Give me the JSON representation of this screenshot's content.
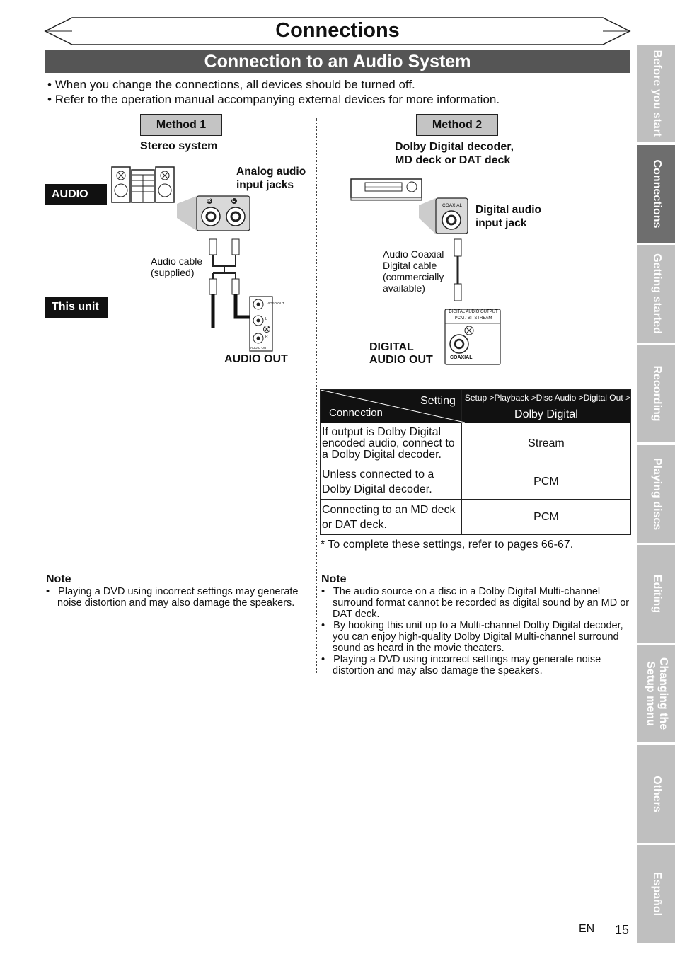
{
  "header": {
    "title": "Connections",
    "section": "Connection to an Audio System"
  },
  "bullets": [
    "When you change the connections, all devices should be turned off.",
    "Refer to the operation manual accompanying external devices for more information."
  ],
  "method1": {
    "label": "Method 1",
    "device": "Stereo system",
    "audio_label": "AUDIO",
    "jacks_label_1": "Analog audio",
    "jacks_label_2": "input jacks",
    "jack_r": "R",
    "jack_l": "L",
    "cable_1": "Audio cable",
    "cable_2": "(supplied)",
    "unit_label": "This unit",
    "video_out": "VIDEO OUT",
    "port_l": "L",
    "port_r": "R",
    "audio_out_small": "AUDIO OUT",
    "audio_out": "AUDIO OUT"
  },
  "method2": {
    "label": "Method 2",
    "device_1": "Dolby Digital decoder,",
    "device_2": "MD deck or DAT deck",
    "coaxial_small": "COAXIAL",
    "jack_label_1": "Digital audio",
    "jack_label_2": "input jack",
    "cable_1": "Audio Coaxial",
    "cable_2": "Digital cable",
    "cable_3": "(commercially",
    "cable_4": "available)",
    "port_label_1": "DIGITAL AUDIO OUTPUT",
    "port_label_2": "PCM / BITSTREAM",
    "port_coaxial": "COAXIAL",
    "digital_out_1": "DIGITAL",
    "digital_out_2": "AUDIO OUT"
  },
  "table": {
    "setting_label": "Setting",
    "connection_label": "Connection",
    "menu_path": "Setup >Playback >Disc Audio >Digital Out >",
    "column": "Dolby Digital",
    "rows": [
      {
        "c1": "If output is Dolby Digital",
        "c2": "encoded audio, connect to",
        "c3": "a Dolby Digital decoder.",
        "value": "Stream"
      },
      {
        "c1": "Unless connected to a",
        "c2": "Dolby Digital decoder.",
        "value": "PCM"
      },
      {
        "c1": "Connecting to an MD deck",
        "c2": "or DAT deck.",
        "value": "PCM"
      }
    ],
    "footnote": "* To complete these settings, refer to pages 66-67."
  },
  "note_left": {
    "title": "Note",
    "items": [
      "Playing a DVD using incorrect settings may generate noise distortion and may also damage the speakers."
    ]
  },
  "note_right": {
    "title": "Note",
    "items": [
      "The audio source on a disc in a Dolby Digital Multi-channel surround format cannot be recorded as digital sound by an MD or DAT deck.",
      "By hooking this unit up to a Multi-channel Dolby Digital decoder, you can enjoy high-quality Dolby Digital Multi-channel surround sound as heard in the movie theaters.",
      "Playing a DVD using incorrect settings may generate noise distortion and may also damage the speakers."
    ]
  },
  "tabs": [
    {
      "line1": "Before you start",
      "line2": ""
    },
    {
      "line1": "Connections",
      "line2": ""
    },
    {
      "line1": "Getting started",
      "line2": ""
    },
    {
      "line1": "Recording",
      "line2": ""
    },
    {
      "line1": "Playing discs",
      "line2": ""
    },
    {
      "line1": "Editing",
      "line2": ""
    },
    {
      "line1": "Changing the",
      "line2": "Setup menu"
    },
    {
      "line1": "Others",
      "line2": ""
    },
    {
      "line1": "Español",
      "line2": ""
    }
  ],
  "footer": {
    "lang": "EN",
    "page": "15"
  }
}
